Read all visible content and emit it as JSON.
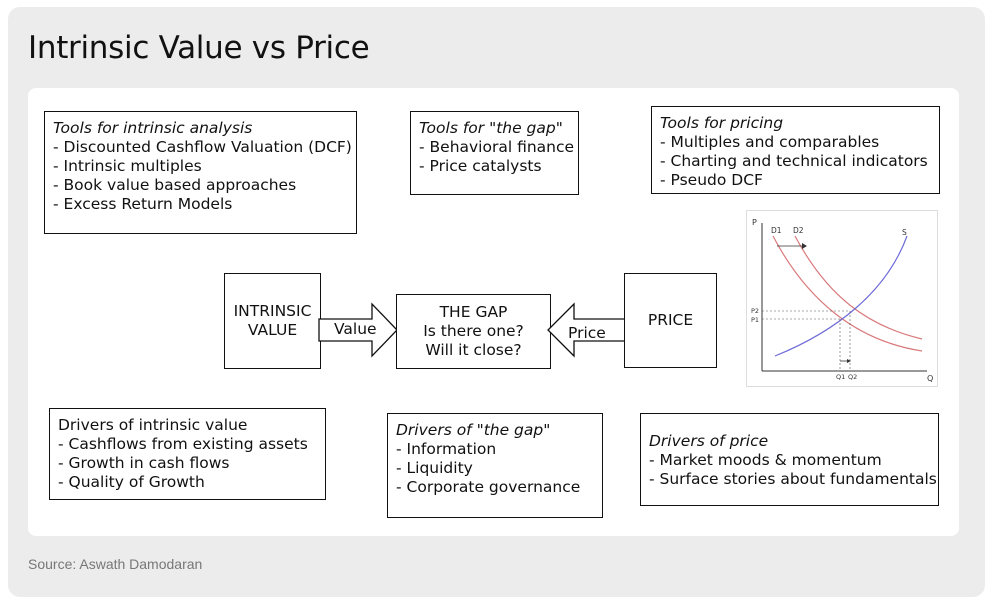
{
  "title": "Intrinsic Value vs Price",
  "source": "Source: Aswath Damodaran",
  "tools_intrinsic": {
    "heading": "Tools for intrinsic analysis",
    "items": [
      "- Discounted Cashflow Valuation (DCF)",
      "- Intrinsic multiples",
      "- Book value based approaches",
      "- Excess Return Models"
    ]
  },
  "tools_gap": {
    "heading": "Tools for \"the gap\"",
    "items": [
      "- Behavioral finance",
      "- Price catalysts"
    ]
  },
  "tools_pricing": {
    "heading": "Tools for pricing",
    "items": [
      "- Multiples and comparables",
      "- Charting and technical indicators",
      "- Pseudo DCF"
    ]
  },
  "intrinsic_value_box": {
    "line1": "INTRINSIC",
    "line2": "VALUE"
  },
  "value_arrow_label": "Value",
  "gap_box": {
    "line1": "THE GAP",
    "line2": "Is there one?",
    "line3": "Will it close?"
  },
  "price_arrow_label": "Price",
  "price_box": {
    "label": "PRICE"
  },
  "supply_demand_chart": {
    "y_axis": "P",
    "x_axis": "Q",
    "curve_d1": "D1",
    "curve_d2": "D2",
    "curve_s": "S",
    "p2": "P2",
    "p1": "P1",
    "q1": "Q1",
    "q2": "Q2",
    "demand_color": "#d9797b",
    "supply_color": "#6f6bd8"
  },
  "drivers_intrinsic": {
    "heading": "Drivers of intrinsic value",
    "items": [
      "- Cashflows from existing assets",
      "- Growth in cash flows",
      "- Quality of Growth"
    ]
  },
  "drivers_gap": {
    "heading": "Drivers of \"the gap\"",
    "items": [
      "- Information",
      "- Liquidity",
      "- Corporate governance"
    ]
  },
  "drivers_price": {
    "heading": "Drivers of price",
    "items": [
      "- Market moods & momentum",
      "- Surface stories about fundamentals"
    ]
  }
}
